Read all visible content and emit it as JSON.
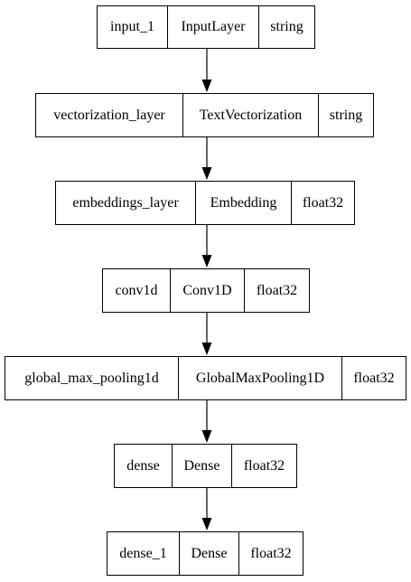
{
  "layers": [
    {
      "name": "input_1",
      "type": "InputLayer",
      "dtype": "string"
    },
    {
      "name": "vectorization_layer",
      "type": "TextVectorization",
      "dtype": "string"
    },
    {
      "name": "embeddings_layer",
      "type": "Embedding",
      "dtype": "float32"
    },
    {
      "name": "conv1d",
      "type": "Conv1D",
      "dtype": "float32"
    },
    {
      "name": "global_max_pooling1d",
      "type": "GlobalMaxPooling1D",
      "dtype": "float32"
    },
    {
      "name": "dense",
      "type": "Dense",
      "dtype": "float32"
    },
    {
      "name": "dense_1",
      "type": "Dense",
      "dtype": "float32"
    }
  ],
  "colors": {
    "stroke": "#000000",
    "background": "#ffffff"
  }
}
